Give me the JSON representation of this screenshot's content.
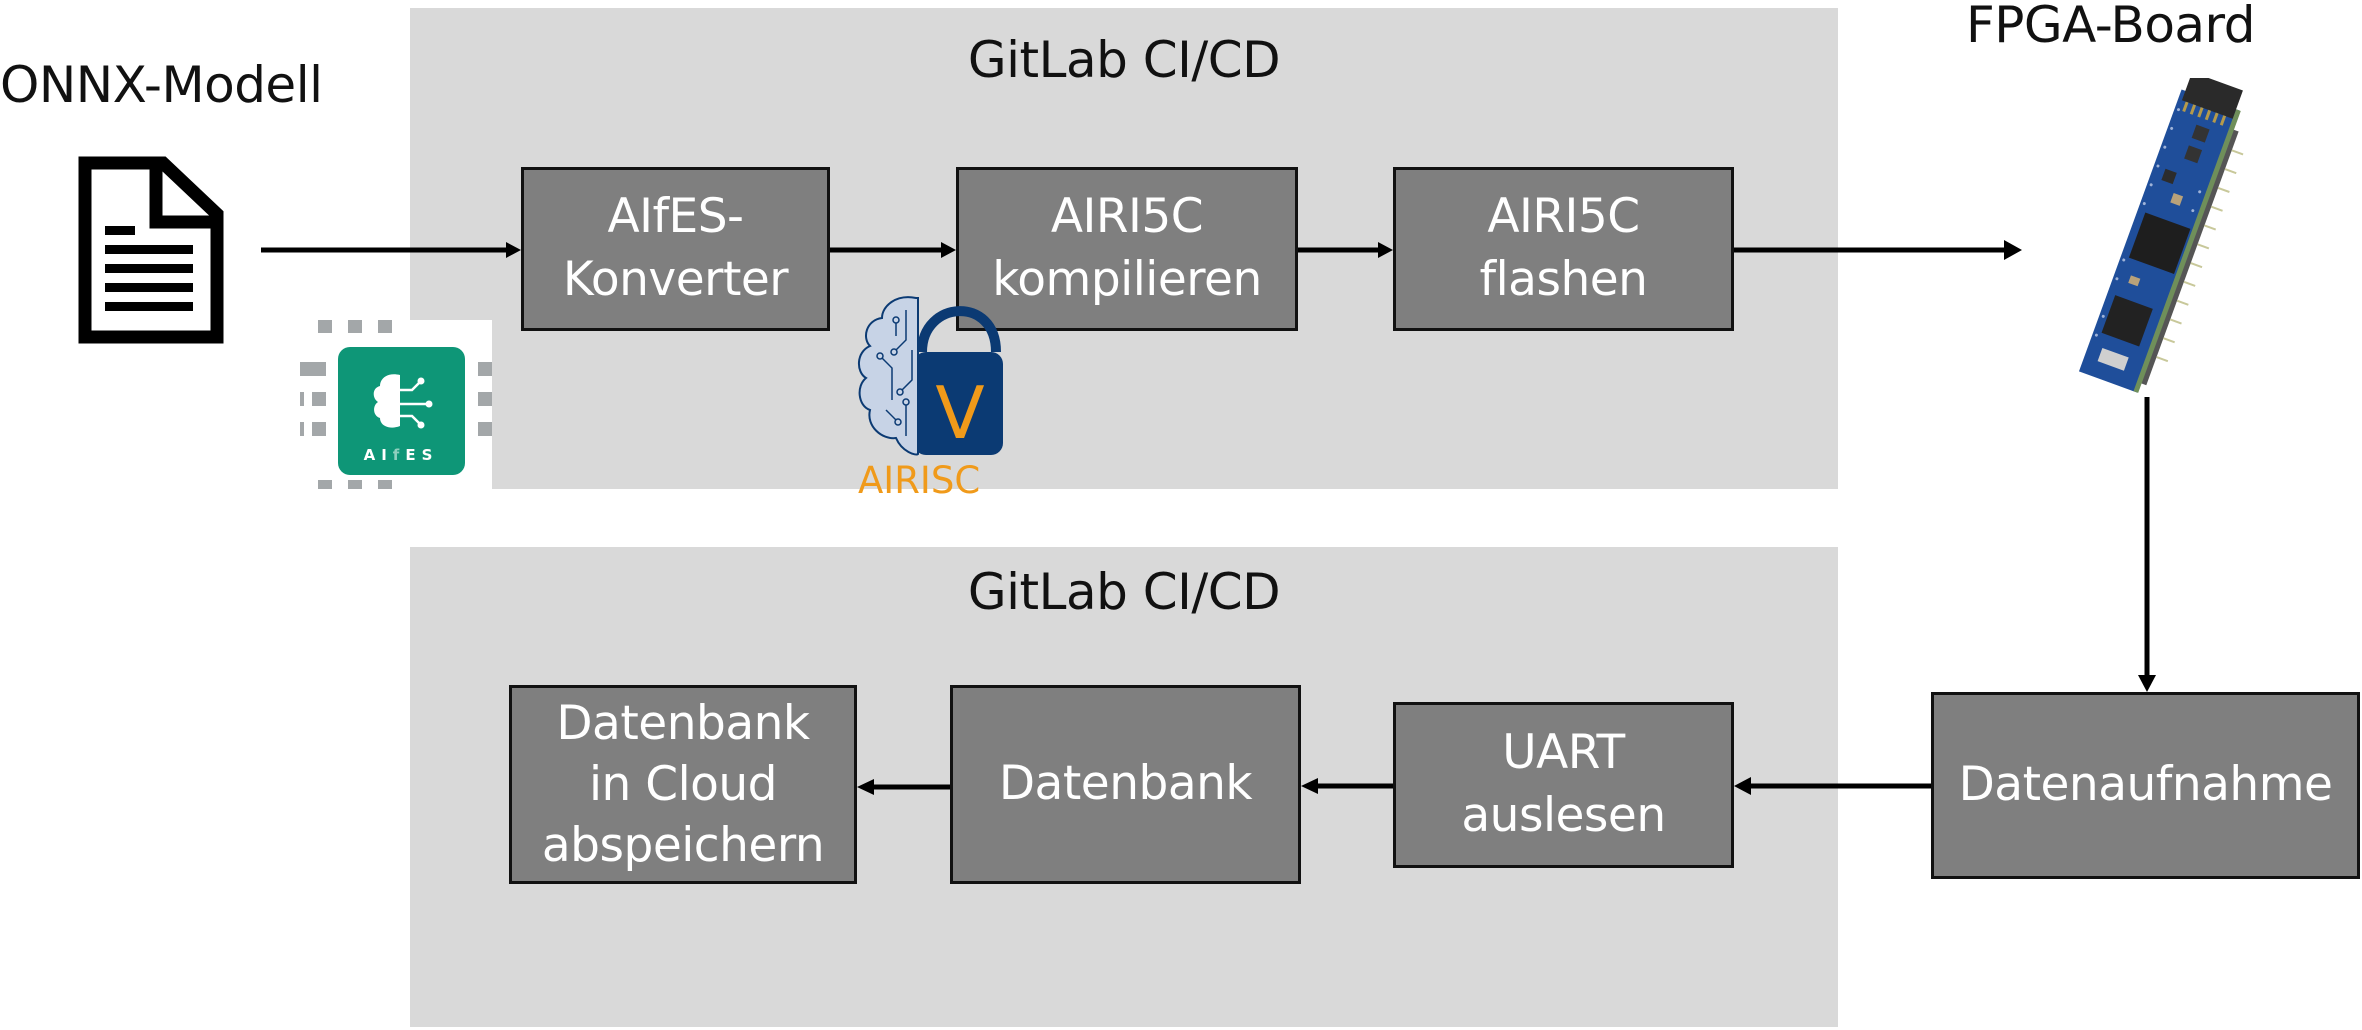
{
  "inputs": {
    "onnx_label": "ONNX-Modell",
    "fpga_label": "FPGA-Board"
  },
  "top_panel": {
    "title": "GitLab CI/CD",
    "steps": [
      {
        "lines": [
          "AIfES-",
          "Konverter"
        ]
      },
      {
        "lines": [
          "AIRI5C",
          "kompilieren"
        ]
      },
      {
        "lines": [
          "AIRI5C",
          "flashen"
        ]
      }
    ]
  },
  "bottom_panel": {
    "title": "GitLab CI/CD",
    "steps": [
      {
        "lines": [
          "Datenbank",
          "in Cloud",
          "abspeichern"
        ]
      },
      {
        "lines": [
          "Datenbank"
        ]
      },
      {
        "lines": [
          "UART",
          "auslesen"
        ]
      }
    ]
  },
  "external_step": {
    "lines": [
      "Datenaufnahme"
    ]
  },
  "logos": {
    "aifes": {
      "name": "AIfES",
      "letters": [
        "A",
        "I",
        "f",
        "E",
        "S"
      ],
      "color": "#0e9677"
    },
    "airisc": {
      "name": "AIRISC",
      "mark": "V",
      "navy": "#0b3a73",
      "orange": "#f09a1a"
    }
  },
  "colors": {
    "panel": "#d9d9d9",
    "box_fill": "#7f7f7f",
    "box_border": "#111111",
    "arrow": "#000000"
  }
}
